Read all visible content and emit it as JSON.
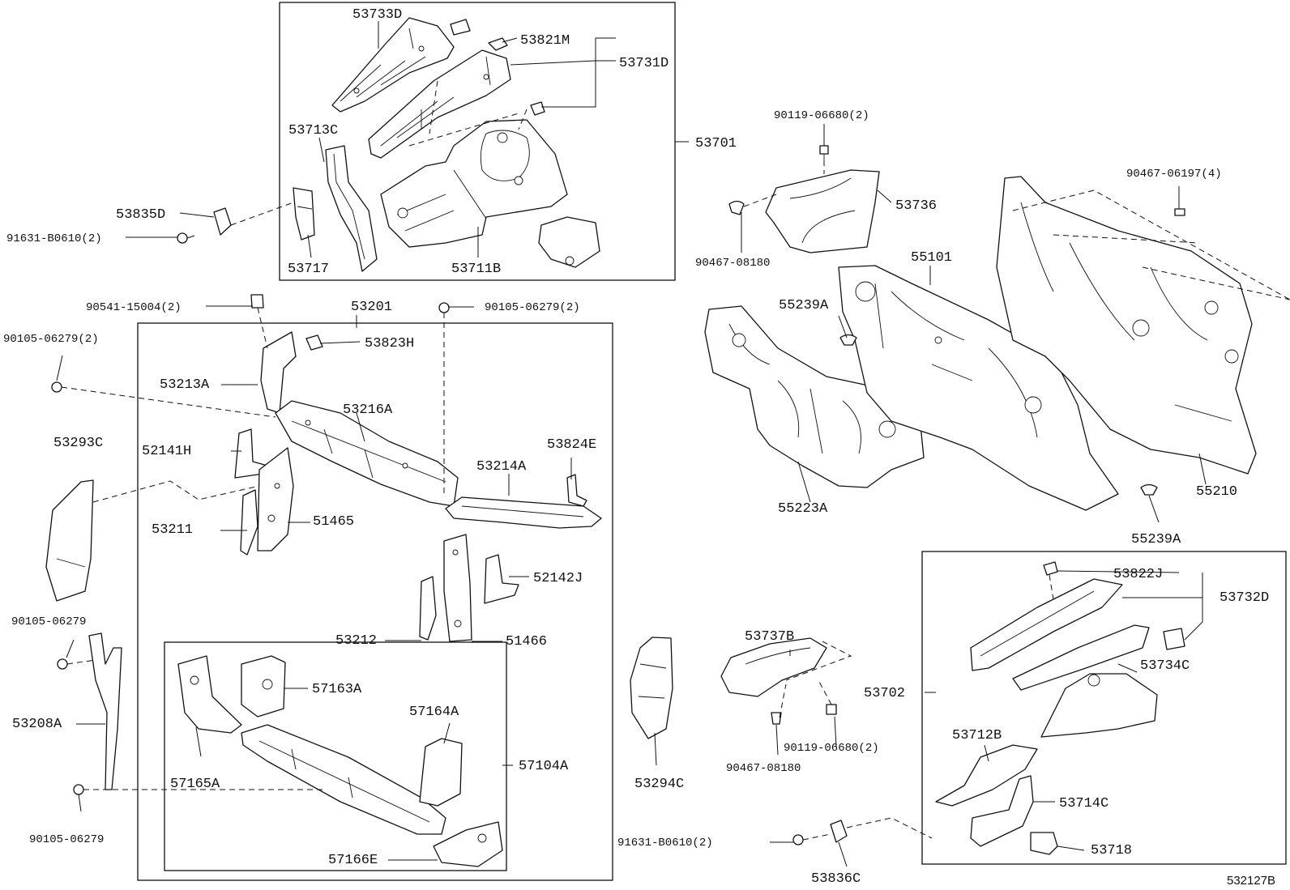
{
  "labels": {
    "p53733D": "53733D",
    "p53821M": "53821M",
    "p53731D": "53731D",
    "p53713C": "53713C",
    "p53701": "53701",
    "p53835D": "53835D",
    "p91631_top": "91631-B0610(2)",
    "p53717": "53717",
    "p53711B": "53711B",
    "p90119_top": "90119-06680(2)",
    "p53736": "53736",
    "p90467_08180_top": "90467-08180",
    "p90467_06197": "90467-06197(4)",
    "p55101": "55101",
    "p55239A_top": "55239A",
    "p55223A": "55223A",
    "p55210": "55210",
    "p55239A_bottom": "55239A",
    "p90541": "90541-15004(2)",
    "p53201": "53201",
    "p90105_top_mid": "90105-06279(2)",
    "p90105_left": "90105-06279(2)",
    "p53823H": "53823H",
    "p53213A": "53213A",
    "p53216A": "53216A",
    "p53293C": "53293C",
    "p52141H": "52141H",
    "p53824E": "53824E",
    "p53214A": "53214A",
    "p53211": "53211",
    "p51465": "51465",
    "p52142J": "52142J",
    "p53212": "53212",
    "p51466": "51466",
    "p90105_mid_left": "90105-06279",
    "p57163A": "57163A",
    "p57164A": "57164A",
    "p57104A": "57104A",
    "p53208A": "53208A",
    "p57165A": "57165A",
    "p57166E": "57166E",
    "p90105_bottom_left": "90105-06279",
    "p53737B": "53737B",
    "p53294C": "53294C",
    "p90119_bottom": "90119-06680(2)",
    "p90467_08180_bottom": "90467-08180",
    "p53822J": "53822J",
    "p53732D": "53732D",
    "p53734C": "53734C",
    "p53702": "53702",
    "p53712B": "53712B",
    "p53714C": "53714C",
    "p53718": "53718",
    "p91631_bottom": "91631-B0610(2)",
    "p53836C": "53836C"
  },
  "diagram_ref": "532127B"
}
